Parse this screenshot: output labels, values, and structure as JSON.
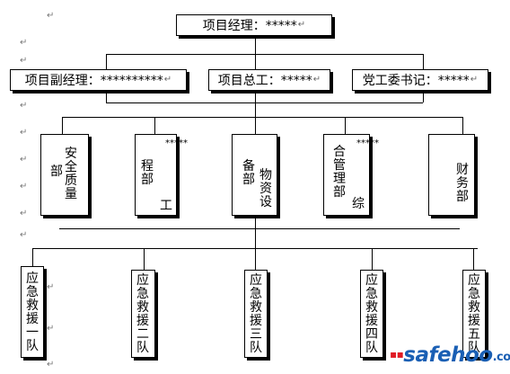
{
  "top": {
    "label": "项目经理：*****"
  },
  "deputies": [
    {
      "label": "项目副经理：**********"
    },
    {
      "label": "项目总工：*****"
    },
    {
      "label": "党工委书记：*****"
    }
  ],
  "departments": [
    {
      "id": "safety",
      "columns": [
        "安全质量",
        "部"
      ],
      "stars": ""
    },
    {
      "id": "engineering",
      "columns": [
        "*****",
        "工",
        "程部"
      ],
      "stars": "*****"
    },
    {
      "id": "materials",
      "columns": [
        "物资设",
        "备部"
      ],
      "stars": ""
    },
    {
      "id": "general",
      "columns": [
        "*****",
        "综",
        "合管理部"
      ],
      "stars": "*****"
    },
    {
      "id": "finance",
      "columns": [
        "财务部"
      ],
      "stars": ""
    }
  ],
  "teams": [
    {
      "label": "应急救援一队"
    },
    {
      "label": "应急救援二队"
    },
    {
      "label": "应急救援三队"
    },
    {
      "label": "应急救援四队"
    },
    {
      "label": "应急救援五队"
    }
  ],
  "watermark": {
    "main": "safehoo",
    "suffix": ".com"
  },
  "glyphs": {
    "return_mark": "↵",
    "margin_mark": "↵"
  }
}
